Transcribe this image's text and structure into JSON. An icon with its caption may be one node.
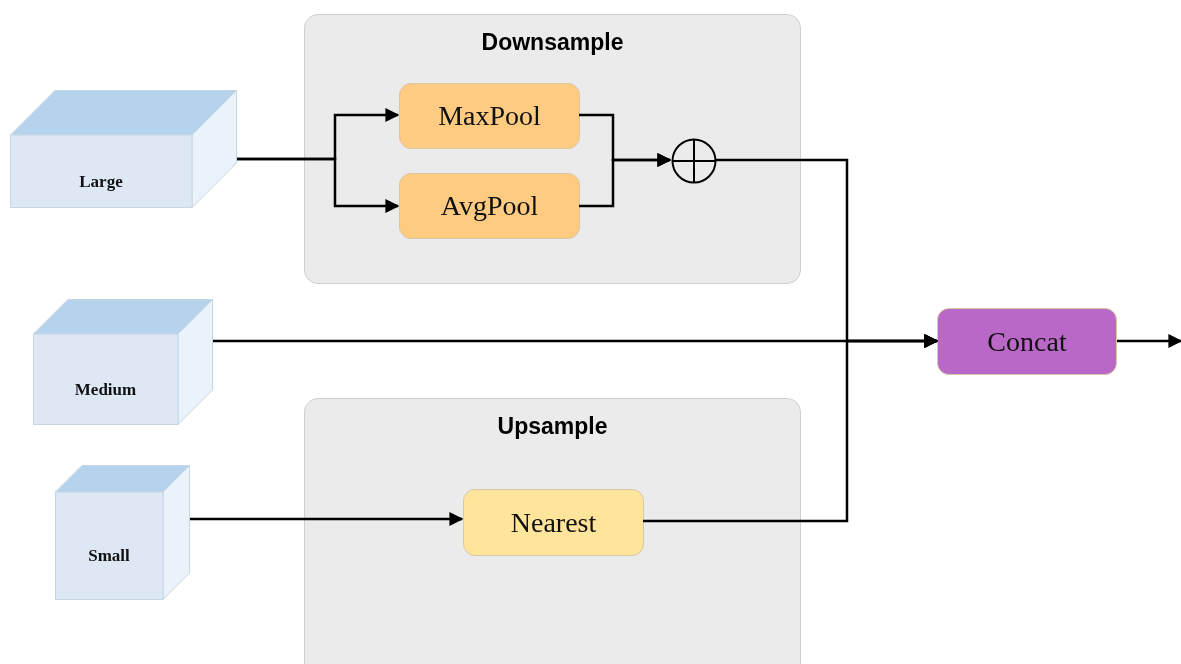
{
  "diagram": {
    "nodes": [
      {
        "text": [
          "Downsample"
        ]
      },
      {
        "text": [
          "MaxPool"
        ],
        "in": 0
      },
      {
        "text": [
          "AvgPool"
        ],
        "in": 0
      },
      {
        "text": [],
        "shape": "circle",
        "in": 0
      },
      {
        "text": [
          "Upsample"
        ]
      },
      {
        "text": [
          "Nearest"
        ],
        "in": 4
      },
      {
        "text": [
          "Large"
        ]
      },
      {
        "text": [
          "Medium"
        ]
      },
      {
        "text": [
          "Small"
        ]
      },
      {
        "text": [
          "Concat"
        ]
      }
    ],
    "edges": [
      {
        "from": 6,
        "to": 1,
        "arrow": "to"
      },
      {
        "from": 6,
        "to": 2,
        "arrow": "to"
      },
      {
        "from": 1,
        "to": 3,
        "arrow": "to"
      },
      {
        "from": 2,
        "to": 3,
        "arrow": "to"
      },
      {
        "from": 3,
        "to": 9,
        "arrow": "to"
      },
      {
        "from": 7,
        "to": 9,
        "arrow": "to"
      },
      {
        "from": 8,
        "to": 5,
        "arrow": "to"
      },
      {
        "from": 5,
        "to": 9,
        "arrow": "to"
      },
      {
        "from": 9,
        "to": null,
        "arrow": "to"
      }
    ]
  }
}
